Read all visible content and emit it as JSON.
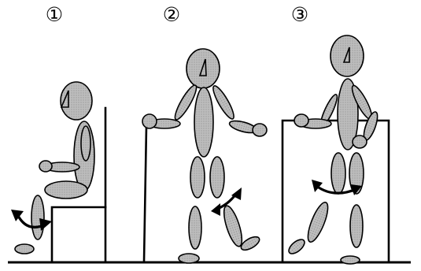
{
  "steps": [
    {
      "number": "①"
    },
    {
      "number": "②"
    },
    {
      "number": "③"
    }
  ],
  "colors": {
    "body_fill": "#c4c4c4",
    "outline": "#000000",
    "background": "#ffffff"
  },
  "icons": [
    "seated-figure",
    "standing-figure-with-cane",
    "standing-figure-at-table",
    "rotation-arrow"
  ]
}
